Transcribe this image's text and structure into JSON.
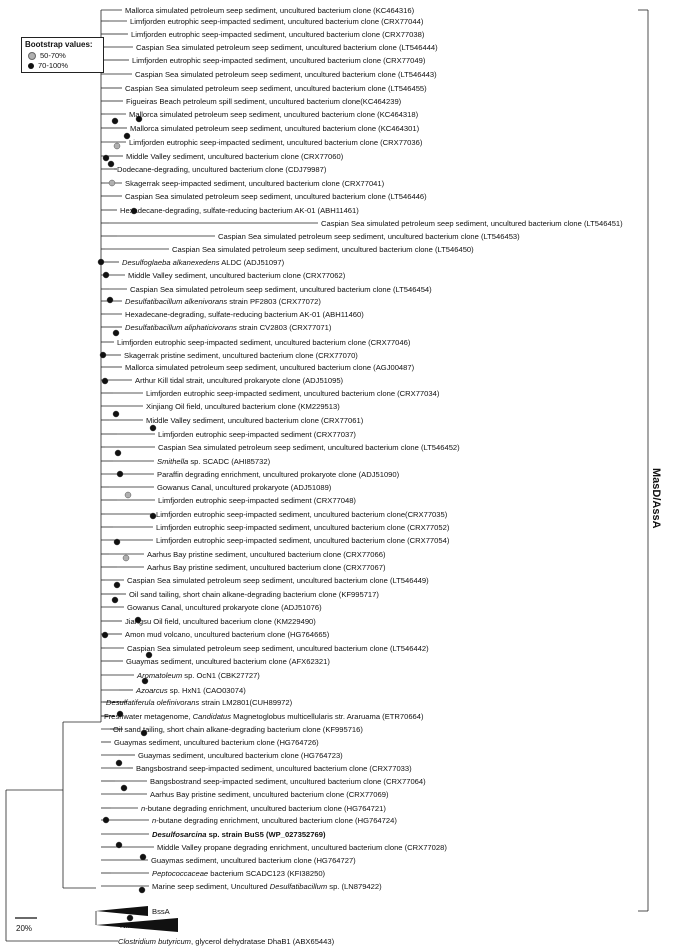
{
  "legend": {
    "title": "Bootstrap values:",
    "items": [
      {
        "label": "50-70%",
        "color": "#b0b0b0"
      },
      {
        "label": "70-100%",
        "color": "#111111"
      }
    ]
  },
  "clade_label": "MasD/AssA",
  "scale_label": "20%",
  "leaves": [
    {
      "parts": [
        {
          "t": "Mallorca simulated petroleum seep sediment, uncultured bacterium clone (KC464316)"
        }
      ]
    },
    {
      "parts": [
        {
          "t": "Limfjorden eutrophic seep-impacted sediment, uncultured bacterium clone (CRX77044)"
        }
      ]
    },
    {
      "parts": [
        {
          "t": "Limfjorden eutrophic seep-impacted sediment, uncultured bacterium clone (CRX77038)"
        }
      ]
    },
    {
      "parts": [
        {
          "t": "Caspian Sea simulated petroleum seep sediment, uncultured bacterium clone (LT546444)"
        }
      ]
    },
    {
      "parts": [
        {
          "t": "Limfjorden eutrophic seep-impacted sediment, uncultured bacterium clone (CRX77049)"
        }
      ]
    },
    {
      "parts": [
        {
          "t": "Caspian Sea simulated petroleum seep sediment, uncultured bacterium clone (LT546443)"
        }
      ]
    },
    {
      "parts": [
        {
          "t": "Caspian Sea simulated petroleum seep sediment, uncultured bacterium clone (LT546455)"
        }
      ]
    },
    {
      "parts": [
        {
          "t": "Figueiras Beach petroleum spill sediment, uncultured bacterium clone(KC464239)"
        }
      ]
    },
    {
      "parts": [
        {
          "t": "Mallorca simulated petroleum seep sediment, uncultured bacterium clone (KC464318)"
        }
      ]
    },
    {
      "parts": [
        {
          "t": "Mallorca simulated petroleum seep sediment, uncultured bacterium clone (KC464301)"
        }
      ]
    },
    {
      "parts": [
        {
          "t": "Limfjorden eutrophic seep-impacted sediment, uncultured bacterium clone (CRX77036)"
        }
      ]
    },
    {
      "parts": [
        {
          "t": "Middle Valley sediment, uncultured bacterium clone (CRX77060)"
        }
      ]
    },
    {
      "parts": [
        {
          "t": "Dodecane-degrading, uncultured bacterium clone (CDJ79987)"
        }
      ]
    },
    {
      "parts": [
        {
          "t": "Skagerrak seep-impacted sediment, uncultured bacterium clone (CRX77041)"
        }
      ]
    },
    {
      "parts": [
        {
          "t": "Caspian Sea simulated petroleum seep sediment, uncultured bacterium clone (LT546446)"
        }
      ]
    },
    {
      "parts": [
        {
          "t": "Hexadecane-degrading, sulfate-reducing bacterium AK-01 (ABH11461)"
        }
      ]
    },
    {
      "parts": [
        {
          "t": "Caspian Sea simulated petroleum seep sediment, uncultured bacterium clone (LT546451)"
        }
      ]
    },
    {
      "parts": [
        {
          "t": "Caspian Sea simulated petroleum seep sediment, uncultured bacterium clone (LT546453)"
        }
      ]
    },
    {
      "parts": [
        {
          "t": "Caspian Sea simulated petroleum seep sediment, uncultured bacterium clone (LT546450)"
        }
      ]
    },
    {
      "parts": [
        {
          "t": "Desulfoglaeba alkanexedens",
          "s": "it"
        },
        {
          "t": " ALDC (ADJ51097)"
        }
      ]
    },
    {
      "parts": [
        {
          "t": "Middle Valley sediment, uncultured bacterium clone (CRX77062)"
        }
      ]
    },
    {
      "parts": [
        {
          "t": "Caspian Sea simulated petroleum seep sediment, uncultured bacterium clone (LT546454)"
        }
      ]
    },
    {
      "parts": [
        {
          "t": "Desulfatibacillum alkenivorans",
          "s": "it"
        },
        {
          "t": " strain PF2803 (CRX77072)"
        }
      ]
    },
    {
      "parts": [
        {
          "t": "Hexadecane-degrading, sulfate-reducing bacterium AK-01 (ABH11460)"
        }
      ]
    },
    {
      "parts": [
        {
          "t": "Desulfatibacillum aliphaticivorans",
          "s": "it"
        },
        {
          "t": " strain CV2803 (CRX77071)"
        }
      ]
    },
    {
      "parts": [
        {
          "t": "Limfjorden eutrophic seep-impacted sediment, uncultured bacterium clone (CRX77046)"
        }
      ]
    },
    {
      "parts": [
        {
          "t": "Skagerrak pristine sediment, uncultured bacterium clone (CRX77070)"
        }
      ]
    },
    {
      "parts": [
        {
          "t": "Mallorca simulated petroleum seep sediment, uncultured bacterium clone (AGJ00487)"
        }
      ]
    },
    {
      "parts": [
        {
          "t": "Arthur Kill tidal strait, uncultured prokaryote clone (ADJ51095)"
        }
      ]
    },
    {
      "parts": [
        {
          "t": "Limfjorden eutrophic seep-impacted sediment, uncultured bacterium clone (CRX77034)"
        }
      ]
    },
    {
      "parts": [
        {
          "t": "Xinjiang Oil field, uncultured bacterium clone (KM229513)"
        }
      ]
    },
    {
      "parts": [
        {
          "t": "Middle Valley sediment, uncultured bacterium clone (CRX77061)"
        }
      ]
    },
    {
      "parts": [
        {
          "t": "Limfjorden eutrophic seep-impacted sediment (CRX77037)"
        }
      ]
    },
    {
      "parts": [
        {
          "t": "Caspian Sea simulated petroleum seep sediment, uncultured bacterium clone (LT546452)"
        }
      ]
    },
    {
      "parts": [
        {
          "t": "Smithella",
          "s": "it"
        },
        {
          "t": " sp. SCADC (AHI85732)"
        }
      ]
    },
    {
      "parts": [
        {
          "t": "Paraffin degrading enrichment, uncultured prokaryote clone (ADJ51090)"
        }
      ]
    },
    {
      "parts": [
        {
          "t": "Gowanus Canal, uncultured prokaryote (ADJ51089)"
        }
      ]
    },
    {
      "parts": [
        {
          "t": "Limfjorden eutrophic seep-impacted sediment (CRX77048)"
        }
      ]
    },
    {
      "parts": [
        {
          "t": "Limfjorden eutrophic seep-impacted sediment,  uncultured bacterium clone(CRX77035)"
        }
      ]
    },
    {
      "parts": [
        {
          "t": "Limfjorden eutrophic seep-impacted sediment, uncultured bacterium clone (CRX77052)"
        }
      ]
    },
    {
      "parts": [
        {
          "t": "Limfjorden eutrophic seep-impacted sediment, uncultured bacterium clone (CRX77054)"
        }
      ]
    },
    {
      "parts": [
        {
          "t": "Aarhus Bay pristine sediment, uncultured bacterium clone (CRX77066)"
        }
      ]
    },
    {
      "parts": [
        {
          "t": "Aarhus Bay pristine sediment, uncultured bacterium clone (CRX77067)"
        }
      ]
    },
    {
      "parts": [
        {
          "t": "Caspian Sea simulated petroleum seep sediment, uncultured bacterium clone (LT546449)"
        }
      ]
    },
    {
      "parts": [
        {
          "t": "Oil sand tailing, short chain alkane-degrading bacterium clone (KF995717)"
        }
      ]
    },
    {
      "parts": [
        {
          "t": "Gowanus Canal, uncultured prokaryote clone (ADJ51076)"
        }
      ]
    },
    {
      "parts": [
        {
          "t": "Jiangsu Oil field, uncultured bacerium clone (KM229490)"
        }
      ]
    },
    {
      "parts": [
        {
          "t": "Amon mud volcano, uncultured bacterium clone (HG764665)"
        }
      ]
    },
    {
      "parts": [
        {
          "t": "Caspian Sea simulated petroleum seep sediment, uncultured bacterium clone (LT546442)"
        }
      ]
    },
    {
      "parts": [
        {
          "t": "Guaymas sediment, uncultured bacterium clone (AFX62321)"
        }
      ]
    },
    {
      "parts": [
        {
          "t": "Aromatoleum",
          "s": "it"
        },
        {
          "t": " sp. OcN1 (CBK27727)"
        }
      ]
    },
    {
      "parts": [
        {
          "t": "Azoarcus",
          "s": "it"
        },
        {
          "t": " sp. HxN1 (CAO03074)"
        }
      ]
    },
    {
      "parts": [
        {
          "t": "Desulfatiferula olefinivorans",
          "s": "it"
        },
        {
          "t": " strain LM2801(CUH89972)"
        }
      ]
    },
    {
      "parts": [
        {
          "t": "Freshwater metagenome, "
        },
        {
          "t": "Candidatus",
          "s": "it"
        },
        {
          "t": " Magnetoglobus multicellularis str. Araruama (ETR70664)"
        }
      ]
    },
    {
      "parts": [
        {
          "t": "Oil sand tailing, short chain alkane-degrading bacterium clone (KF995716)"
        }
      ]
    },
    {
      "parts": [
        {
          "t": "Guaymas sediment, uncultured bacterium clone (HG764726)"
        }
      ]
    },
    {
      "parts": [
        {
          "t": "Guaymas sediment, uncultured bacterium clone (HG764723)"
        }
      ]
    },
    {
      "parts": [
        {
          "t": "Bangsbostrand seep-impacted sediment, uncultured bacterium clone (CRX77033)"
        }
      ]
    },
    {
      "parts": [
        {
          "t": "Bangsbostrand seep-impacted sediment, uncultured bacterium clone (CRX77064)"
        }
      ]
    },
    {
      "parts": [
        {
          "t": "Aarhus Bay pristine sediment, uncultured bacterium clone (CRX77069)"
        }
      ]
    },
    {
      "parts": [
        {
          "t": "n",
          "s": "it"
        },
        {
          "t": "-butane degrading enrichment, uncultured bacterium clone (HG764721)"
        }
      ]
    },
    {
      "parts": [
        {
          "t": "n",
          "s": "it"
        },
        {
          "t": "-butane degrading enrichment, uncultured bacterium clone (HG764724)"
        }
      ]
    },
    {
      "parts": [
        {
          "t": "Desulfosarcina",
          "s": "bi"
        },
        {
          "t": " sp. strain BuS5 (WP_027352769)",
          "s": "bd"
        }
      ]
    },
    {
      "parts": [
        {
          "t": "Middle Valley propane degrading enrichment, uncultured bacterium clone (CRX77028)"
        }
      ]
    },
    {
      "parts": [
        {
          "t": "Guaymas sediment, uncultured bacterium clone (HG764727)"
        }
      ]
    },
    {
      "parts": [
        {
          "t": "Peptococcaceae",
          "s": "it"
        },
        {
          "t": " bacterium SCADC123 (KFI38250)"
        }
      ]
    },
    {
      "parts": [
        {
          "t": "Marine seep sediment, Uncultured "
        },
        {
          "t": "Desulfatibacillum",
          "s": "it"
        },
        {
          "t": " sp. (LN879422)"
        }
      ]
    },
    {
      "parts": [
        {
          "t": "BssA"
        }
      ]
    },
    {
      "parts": [
        {
          "t": "NmsA"
        }
      ]
    },
    {
      "parts": [
        {
          "t": "Clostridium butyricum",
          "s": "it"
        },
        {
          "t": ", glycerol dehydratase DhaB1 (ABX65443)"
        }
      ]
    }
  ]
}
